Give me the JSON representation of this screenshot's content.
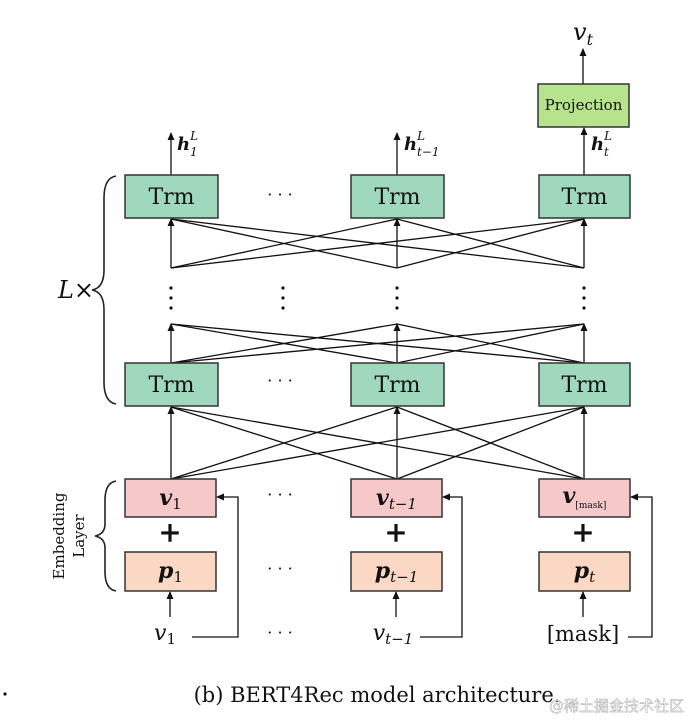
{
  "colors": {
    "trm_fill": "#9fd8bc",
    "trm_stroke": "#333333",
    "embed_v_fill": "#f5c9c9",
    "embed_p_fill": "#fbd8c4",
    "projection_fill": "#b6e38c",
    "line": "#111111"
  },
  "trm_label": "Trm",
  "ellipsis": "· · ·",
  "repeat_label": "L×",
  "embedding_layer_label": [
    "Embedding",
    "Layer"
  ],
  "projection_label": "Projection",
  "output": {
    "base": "v",
    "sub": "t"
  },
  "top_outputs": [
    {
      "base": "h",
      "sup": "L",
      "sub": "1"
    },
    {
      "base": "h",
      "sup": "L",
      "sub": "t−1"
    },
    {
      "base": "h",
      "sup": "L",
      "sub": "t"
    }
  ],
  "v_embeddings": [
    {
      "base": "v",
      "sub": "1"
    },
    {
      "base": "v",
      "sub": "t−1"
    },
    {
      "base": "v",
      "sub": "[mask]"
    }
  ],
  "plus": "+",
  "p_embeddings": [
    {
      "base": "p",
      "sub": "1"
    },
    {
      "base": "p",
      "sub": "t−1"
    },
    {
      "base": "p",
      "sub": "t"
    }
  ],
  "inputs": [
    {
      "base": "v",
      "sub": "1"
    },
    {
      "base": "v",
      "sub": "t−1"
    },
    {
      "text": "[mask]"
    }
  ],
  "caption": "(b) BERT4Rec model architecture.",
  "watermark": "@稀土掘金技术社区"
}
